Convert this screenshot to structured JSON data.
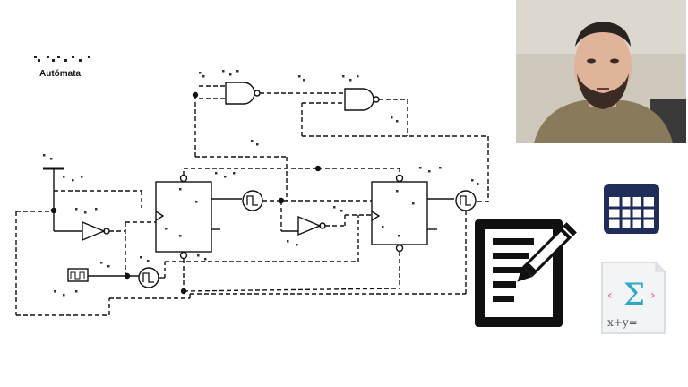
{
  "diagram": {
    "title": "Autómata",
    "symbols": {
      "pulse": "pulse-symbol",
      "and_gate": "and-gate",
      "not_gate": "not-gate",
      "flip_flop": "flip-flop"
    }
  },
  "webcam": {
    "icon": "presenter-webcam"
  },
  "icons": {
    "spreadsheet": "spreadsheet-icon",
    "notes": "document-pencil-icon",
    "formula": "sigma-formula-icon",
    "formula_text": "x+y="
  },
  "colors": {
    "ink": "#111111",
    "spreadsheet_blue": "#1f2d5a",
    "sigma_teal": "#2fa8c8",
    "sigma_pink": "#e05a8a"
  }
}
